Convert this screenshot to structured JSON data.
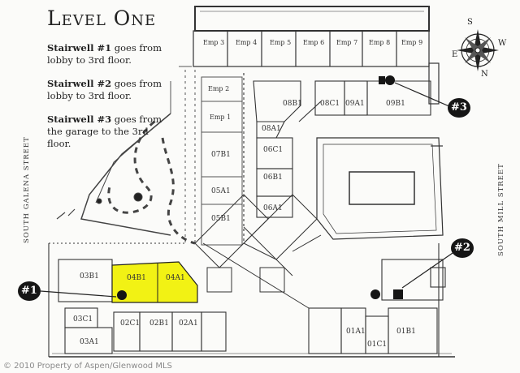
{
  "title": "Level One",
  "notes": [
    {
      "label": "Stairwell #1",
      "text": " goes from lobby to 3rd floor."
    },
    {
      "label": "Stairwell #2",
      "text": " goes from lobby to 3rd floor."
    },
    {
      "label": "Stairwell #3",
      "text": " goes from the garage to the 3rd floor."
    }
  ],
  "streets": {
    "left": "SOUTH GALENA STREET",
    "right": "SOUTH MILL STREET"
  },
  "callouts": [
    "#1",
    "#2",
    "#3"
  ],
  "compass": {
    "n": "N",
    "s": "S",
    "e": "E",
    "w": "W"
  },
  "rooms": {
    "emp3": "Emp 3",
    "emp4": "Emp 4",
    "emp5": "Emp 5",
    "emp6": "Emp 6",
    "emp7": "Emp 7",
    "emp8": "Emp 8",
    "emp9": "Emp 9",
    "emp2": "Emp 2",
    "emp1": "Emp 1",
    "r08B1": "08B1",
    "r08C1": "08C1",
    "r09A1": "09A1",
    "r09B1": "09B1",
    "r08A1": "08A1",
    "r07B1": "07B1",
    "r06C1": "06C1",
    "r06B1": "06B1",
    "r05A1": "05A1",
    "r06A1": "06A1",
    "r05B1": "05B1",
    "r03B1": "03B1",
    "r04B1": "04B1",
    "r04A1": "04A1",
    "r03C1": "03C1",
    "r02C1": "02C1",
    "r02B1": "02B1",
    "r02A1": "02A1",
    "r03A1": "03A1",
    "r01A1": "01A1",
    "r01C1": "01C1",
    "r01B1": "01B1"
  },
  "highlight_color": "#f2f214",
  "copyright": "© 2010 Property of Aspen/Glenwood MLS"
}
